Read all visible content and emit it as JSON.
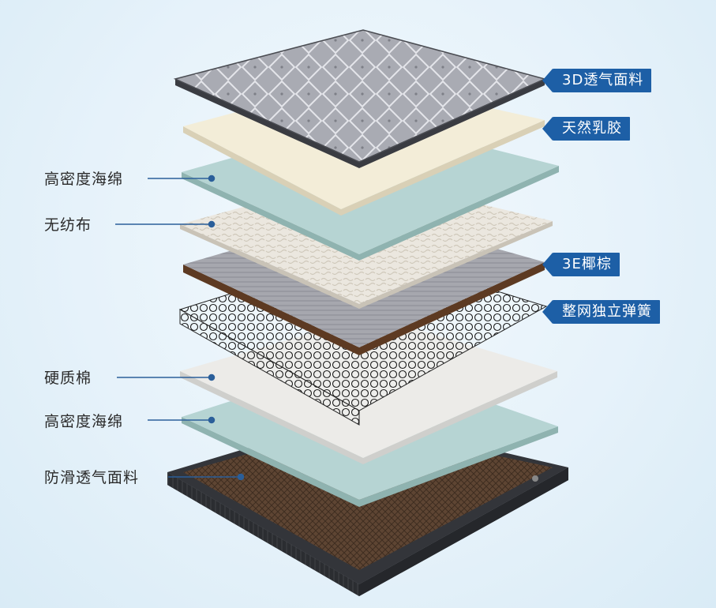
{
  "left_labels": [
    "高密度海绵",
    "无纺布",
    "硬质棉",
    "高密度海绵",
    "防滑透气面料"
  ],
  "right_tags": [
    "3D透气面料",
    "天然乳胶",
    "3E椰棕",
    "整网独立弹簧"
  ],
  "colors": {
    "tag_bg": "#1d5fa6",
    "leader_line": "#2b5f9a",
    "background": "#e6f2fa"
  }
}
